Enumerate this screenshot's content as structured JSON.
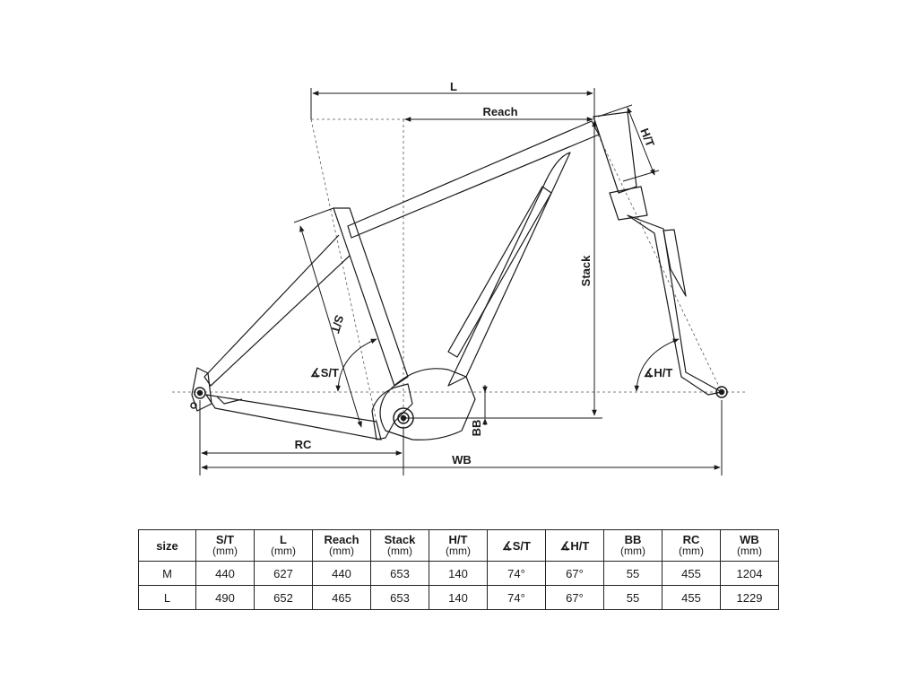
{
  "diagram": {
    "labels": {
      "L": "L",
      "Reach": "Reach",
      "HT": "H/T",
      "Stack": "Stack",
      "ST": "S/T",
      "angleST": "∡S/T",
      "angleHT": "∡H/T",
      "BB": "BB",
      "RC": "RC",
      "WB": "WB"
    }
  },
  "table": {
    "headers": [
      {
        "label": "size",
        "unit": ""
      },
      {
        "label": "S/T",
        "unit": "(mm)"
      },
      {
        "label": "L",
        "unit": "(mm)"
      },
      {
        "label": "Reach",
        "unit": "(mm)"
      },
      {
        "label": "Stack",
        "unit": "(mm)"
      },
      {
        "label": "H/T",
        "unit": "(mm)"
      },
      {
        "label": "∡S/T",
        "unit": ""
      },
      {
        "label": "∡H/T",
        "unit": ""
      },
      {
        "label": "BB",
        "unit": "(mm)"
      },
      {
        "label": "RC",
        "unit": "(mm)"
      },
      {
        "label": "WB",
        "unit": "(mm)"
      }
    ],
    "rows": [
      [
        "M",
        "440",
        "627",
        "440",
        "653",
        "140",
        "74°",
        "67°",
        "55",
        "455",
        "1204"
      ],
      [
        "L",
        "490",
        "652",
        "465",
        "653",
        "140",
        "74°",
        "67°",
        "55",
        "455",
        "1229"
      ]
    ]
  }
}
